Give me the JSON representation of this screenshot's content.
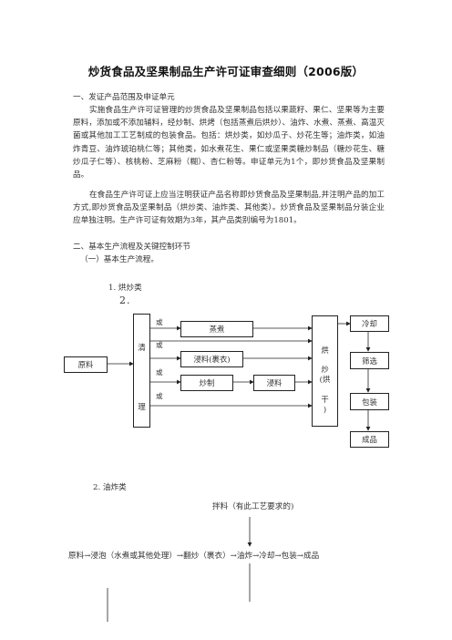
{
  "title": "炒货食品及坚果制品生产许可证审查细则（2006版）",
  "section1": {
    "heading": "一、发证产品范围及申证单元",
    "para1": "实施食品生产许可证管理的炒货食品及坚果制品包括以果蔬籽、果仁、坚果等为主要原料，添加或不添加辅料，经炒制、烘烤（包括蒸煮后烘炒）、油炸、水煮、蒸煮、高温灭菌或其他加工工艺制成的包装食品。包括：烘炒类，如炒瓜子、炒花生等；油炸类，如油炸青豆、油炸琥珀桃仁等；其他类，如水煮花生、果仁或坚果类糖炒制品（糖炒花生、糖炒瓜子仁等）、核桃粉、芝麻粉（糊）、杏仁粉等。申证单元为1个，即炒货食品及坚果制品。",
    "para2": "在食品生产许可证上应当注明获证产品名称即炒货食品及坚果制品,并注明产品的加工方式,即炒货食品及坚果制品（烘炒类、油炸类、其他类）。炒货食品及坚果制品分装企业应单独注明。生产许可证有效期为3年，其产品类别编号为1801。"
  },
  "section2": {
    "heading": "二、基本生产流程及关键控制环节",
    "sub": "（一）基本生产流程。",
    "item1": "1.    烘炒类",
    "item1b": "2.",
    "item2": "2. 油炸类"
  },
  "diagram1": {
    "raw": "原料",
    "clean_top": "清",
    "clean_bottom": "理",
    "or_labels": [
      "或",
      "或",
      "或",
      "或"
    ],
    "steam": "蒸煮",
    "soak_coat": "浸料(裹衣)",
    "stir_fry": "炒制",
    "soak": "浸料",
    "bake_chars": [
      "烘",
      "炒",
      "(烘",
      "干",
      ")"
    ],
    "cool": "冷却",
    "screen": "筛选",
    "pack": "包装",
    "product": "成品"
  },
  "diagram2": {
    "mix": "拌料（有此工艺要求的)",
    "flow": "原料→浸泡（水煮或其他处理）→翻炒（裹衣）→油炸→冷却→包装→成品"
  }
}
